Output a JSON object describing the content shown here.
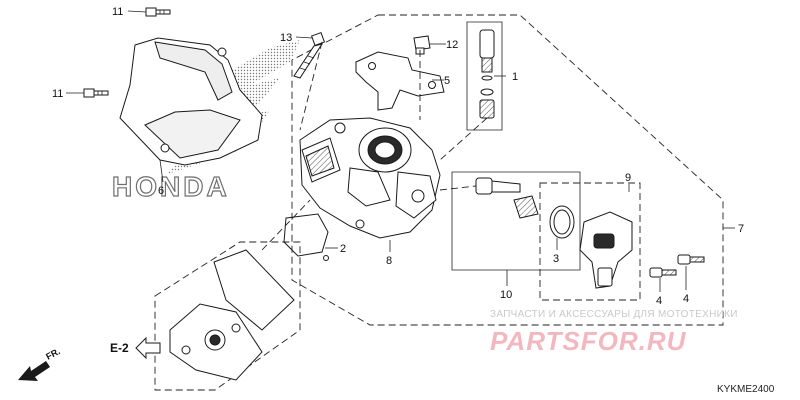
{
  "labels": {
    "p1": "1",
    "p2": "2",
    "p3": "3",
    "p4a": "4",
    "p4b": "4",
    "p5": "5",
    "p6": "6",
    "p7": "7",
    "p8": "8",
    "p9": "9",
    "p10": "10",
    "p11a": "11",
    "p11b": "11",
    "p12": "12",
    "p13": "13"
  },
  "reference": {
    "section": "E-2",
    "direction": "FR."
  },
  "diagram_code": "KYKME2400",
  "brand_mark": "HONDA",
  "watermark": {
    "subtitle": "ЗАПЧАСТИ И АКСЕССУАРЫ ДЛЯ МОТОТЕХНИКИ",
    "site": "PARTSFOR.RU"
  },
  "colors": {
    "line": "#1a1a1a",
    "part_fill": "#ffffff",
    "shade": "#888888",
    "watermark_red": "#f3b8bf",
    "watermark_gray": "#c9c9c9"
  }
}
